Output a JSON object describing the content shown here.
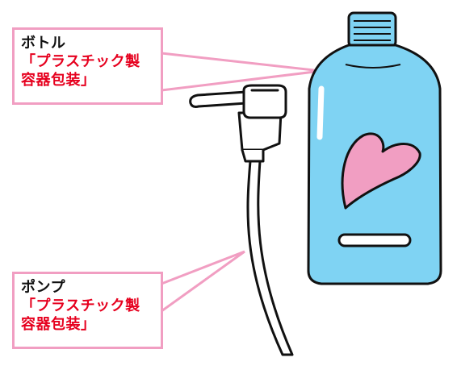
{
  "colors": {
    "callout_border": "#f19ec2",
    "category_text": "#e6001e",
    "bottle_fill": "#7fd3f3",
    "heart_fill": "#f19ec2",
    "outline": "#111111"
  },
  "icons": [
    "bottle-icon",
    "pump-icon",
    "heart-icon"
  ],
  "callouts": {
    "bottle": {
      "name": "ボトル",
      "category": "「プラスチック製\n容器包装」"
    },
    "pump": {
      "name": "ポンプ",
      "category": "「プラスチック製\n容器包装」"
    }
  }
}
